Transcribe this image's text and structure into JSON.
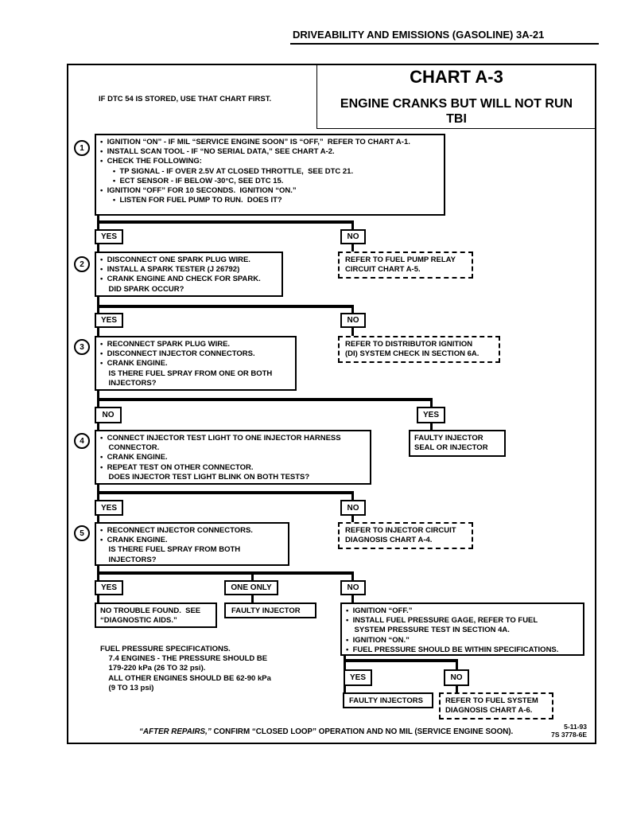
{
  "header": {
    "section_title": "DRIVEABILITY AND EMISSIONS (GASOLINE)  3A-21"
  },
  "chart": {
    "title": "CHART A-3",
    "subtitle_line1": "ENGINE CRANKS BUT WILL NOT RUN",
    "subtitle_line2": "TBI"
  },
  "note_dtc": "IF DTC 54 IS STORED, USE THAT CHART FIRST.",
  "step1": {
    "number": "1",
    "lines": [
      "•  IGNITION “ON” - IF MIL “SERVICE ENGINE SOON” IS “OFF,”  REFER TO CHART A-1.",
      "•  INSTALL SCAN TOOL - IF “NO SERIAL DATA,” SEE CHART A-2.",
      "•  CHECK THE FOLLOWING:",
      "      •  TP SIGNAL - IF OVER 2.5V AT CLOSED THROTTLE,  SEE DTC 21.",
      "      •  ECT SENSOR - IF BELOW -30°C, SEE DTC 15.",
      "•  IGNITION “OFF” FOR 10 SECONDS.  IGNITION “ON.”",
      "      •  LISTEN FOR FUEL PUMP TO RUN.  DOES IT?"
    ]
  },
  "step1_yes": "YES",
  "step1_no": "NO",
  "step2": {
    "number": "2",
    "lines": [
      "•  DISCONNECT ONE SPARK PLUG WIRE.",
      "•  INSTALL A SPARK TESTER (J 26792)",
      "•  CRANK ENGINE AND CHECK FOR SPARK.",
      "    DID SPARK OCCUR?"
    ]
  },
  "ref_fuel_pump": [
    "REFER TO FUEL PUMP RELAY",
    "CIRCUIT CHART A-5."
  ],
  "step2_yes": "YES",
  "step2_no": "NO",
  "step3": {
    "number": "3",
    "lines": [
      "•  RECONNECT SPARK PLUG WIRE.",
      "•  DISCONNECT INJECTOR CONNECTORS.",
      "•  CRANK ENGINE.",
      "    IS THERE FUEL SPRAY FROM ONE OR BOTH",
      "    INJECTORS?"
    ]
  },
  "ref_distributor": [
    "REFER TO DISTRIBUTOR IGNITION",
    "(DI) SYSTEM CHECK IN SECTION 6A."
  ],
  "step3_no": "NO",
  "step3_yes": "YES",
  "faulty_injector_seal": [
    "FAULTY INJECTOR",
    "SEAL OR INJECTOR"
  ],
  "step4": {
    "number": "4",
    "lines": [
      "•  CONNECT INJECTOR TEST LIGHT TO ONE INJECTOR HARNESS",
      "    CONNECTOR.",
      "•  CRANK ENGINE.",
      "•  REPEAT TEST ON OTHER CONNECTOR.",
      "    DOES INJECTOR TEST LIGHT BLINK ON BOTH TESTS?"
    ]
  },
  "step4_yes": "YES",
  "step4_no": "NO",
  "step5": {
    "number": "5",
    "lines": [
      "•  RECONNECT INJECTOR CONNECTORS.",
      "•  CRANK ENGINE.",
      "    IS THERE FUEL SPRAY FROM BOTH",
      "    INJECTORS?"
    ]
  },
  "ref_injector_circuit": [
    "REFER TO INJECTOR CIRCUIT",
    "DIAGNOSIS CHART A-4."
  ],
  "step5_yes": "YES",
  "step5_one_only": "ONE ONLY",
  "step5_no": "NO",
  "no_trouble": [
    "NO TROUBLE FOUND.  SEE",
    "“DIAGNOSTIC AIDS.”"
  ],
  "faulty_injector": "FAULTY INJECTOR",
  "step6_lines": [
    "•  IGNITION “OFF.”",
    "•  INSTALL FUEL PRESSURE GAGE, REFER TO FUEL",
    "    SYSTEM PRESSURE TEST IN SECTION 4A.",
    "•  IGNITION “ON.”",
    "•  FUEL PRESSURE SHOULD BE WITHIN SPECIFICATIONS."
  ],
  "fuel_specs": [
    "FUEL PRESSURE SPECIFICATIONS.",
    "    7.4 ENGINES - THE PRESSURE SHOULD BE",
    "    179-220 kPa (26 TO 32 psi).",
    "    ALL OTHER ENGINES SHOULD BE 62-90 kPa",
    "    (9 TO 13 psi)"
  ],
  "step6_yes": "YES",
  "step6_no": "NO",
  "faulty_injectors": "FAULTY INJECTORS",
  "ref_fuel_system": [
    "REFER TO FUEL SYSTEM",
    "DIAGNOSIS CHART A-6."
  ],
  "footer_note_em": "“AFTER REPAIRS,”",
  "footer_note_rest": " CONFIRM “CLOSED LOOP” OPERATION AND NO MIL (SERVICE ENGINE SOON).",
  "date_code": [
    "5-11-93",
    "7S 3778-6E"
  ]
}
